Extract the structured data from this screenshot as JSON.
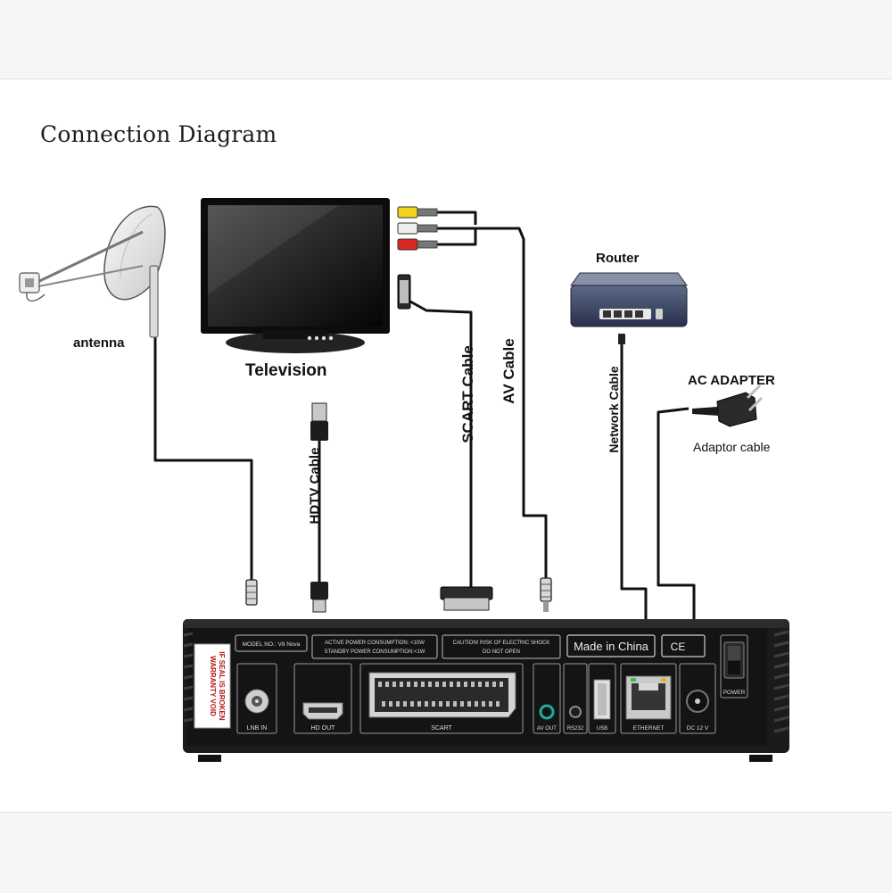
{
  "title": "Connection Diagram",
  "labels": {
    "antenna": "antenna",
    "television": "Television",
    "router": "Router",
    "ac_adapter": "AC ADAPTER",
    "adaptor_cable": "Adaptor cable",
    "hdtv_cable": "HDTV Cable",
    "scart_cable": "SCART Cable",
    "av_cable": "AV Cable",
    "network_cable": "Network Cable"
  },
  "receiver": {
    "model": "MODEL NO.: V8 Nova",
    "power_active": "ACTIVE POWER CONSUMPTION: <10W",
    "power_standby": "STANDBY POWER CONSUMPTION:<1W",
    "caution_1": "CAUTION! RISK OF ELECTRIC SHOCK",
    "caution_2": "DO NOT OPEN",
    "made_in": "Made in China",
    "ce": "CE",
    "warranty_1": "WARRANTY VOID",
    "warranty_2": "IF SEAL IS BROKEN",
    "ports": {
      "lnb": "LNB IN",
      "hd": "HD OUT",
      "scart": "SCART",
      "av": "AV OUT",
      "rs232": "RS232",
      "usb": "USB",
      "ethernet": "ETHERNET",
      "dc": "DC 12 V",
      "power": "POWER"
    }
  },
  "colors": {
    "rca_yellow": "#f2d21a",
    "rca_white": "#eeeeee",
    "rca_red": "#d8281f",
    "av_port": "#1fae9a",
    "warranty_red": "#b81515"
  }
}
